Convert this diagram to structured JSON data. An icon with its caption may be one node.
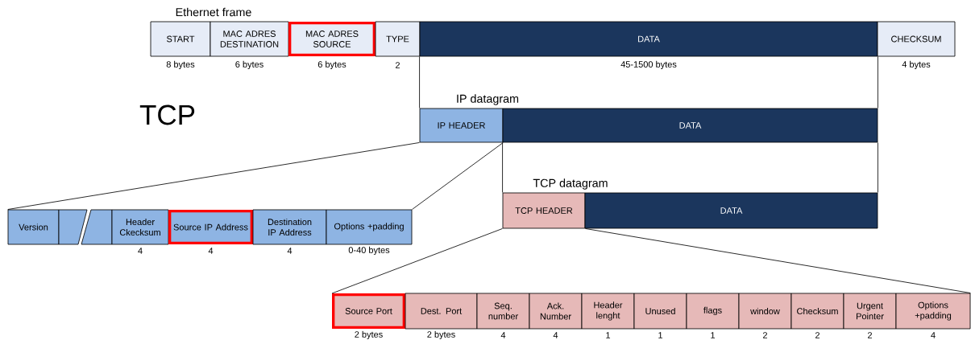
{
  "diagram": {
    "title": "TCP",
    "nodes": [
      {
        "text": [
          "START"
        ],
        "beside": [
          "8 bytes"
        ]
      },
      {
        "text": [
          "MAC ADRES DESTINATION"
        ],
        "beside": [
          "6 bytes"
        ]
      },
      {
        "text": [
          "MAC ADRES SOURCE"
        ],
        "beside": [
          "6 bytes"
        ]
      },
      {
        "text": [
          "TYPE"
        ],
        "beside": [
          "2"
        ]
      },
      {
        "text": [
          "DATA"
        ],
        "beside": [
          "45-1500 bytes"
        ]
      },
      {
        "text": [
          "CHECKSUM"
        ],
        "beside": [
          "4 bytes"
        ]
      },
      {
        "text": [
          "IP HEADER"
        ]
      },
      {
        "text": [
          "DATA"
        ]
      },
      {
        "text": [
          "Version"
        ]
      },
      {
        "text": [],
        "shape": "box"
      },
      {
        "text": [],
        "shape": "box"
      },
      {
        "text": [
          "Header Ckecksum"
        ],
        "beside": [
          "4"
        ]
      },
      {
        "text": [
          "Source IP Address"
        ],
        "beside": [
          "4"
        ]
      },
      {
        "text": [
          "Destination IP Address"
        ],
        "beside": [
          "4"
        ]
      },
      {
        "text": [
          "Options +padding"
        ],
        "beside": [
          "0-40 bytes"
        ]
      },
      {
        "text": [
          "TCP HEADER"
        ]
      },
      {
        "text": [
          "DATA"
        ]
      },
      {
        "text": [
          "Source Port"
        ],
        "beside": [
          "2 bytes"
        ]
      },
      {
        "text": [
          "Dest. Port"
        ],
        "beside": [
          "2 bytes"
        ]
      },
      {
        "text": [
          "Seq. number"
        ],
        "beside": [
          "4"
        ]
      },
      {
        "text": [
          "Ack. Number"
        ],
        "beside": [
          "4"
        ]
      },
      {
        "text": [
          "Header lenght"
        ],
        "beside": [
          "1"
        ]
      },
      {
        "text": [
          "Unused"
        ],
        "beside": [
          "1"
        ]
      },
      {
        "text": [
          "flags"
        ],
        "beside": [
          "1"
        ]
      },
      {
        "text": [
          "window"
        ],
        "beside": [
          "2"
        ]
      },
      {
        "text": [
          "Checksum"
        ],
        "beside": [
          "2"
        ]
      },
      {
        "text": [
          "Urgent Pointer"
        ],
        "beside": [
          "2"
        ]
      },
      {
        "text": [
          "Options +padding"
        ],
        "beside": [
          "4"
        ]
      }
    ],
    "edges": [
      {
        "from": 4,
        "to": 6,
        "arrow": "none"
      },
      {
        "from": 4,
        "to": 7,
        "arrow": "none"
      },
      {
        "from": 6,
        "to": 8,
        "arrow": "none"
      },
      {
        "from": 6,
        "to": 14,
        "arrow": "none"
      },
      {
        "from": 7,
        "to": 15,
        "arrow": "none"
      },
      {
        "from": 7,
        "to": 16,
        "arrow": "none"
      },
      {
        "from": 15,
        "to": 17,
        "arrow": "none"
      },
      {
        "from": 15,
        "to": 27,
        "arrow": "none"
      }
    ],
    "labels": [
      "Ethernet frame",
      "IP datagram",
      "TCP datagram"
    ]
  }
}
